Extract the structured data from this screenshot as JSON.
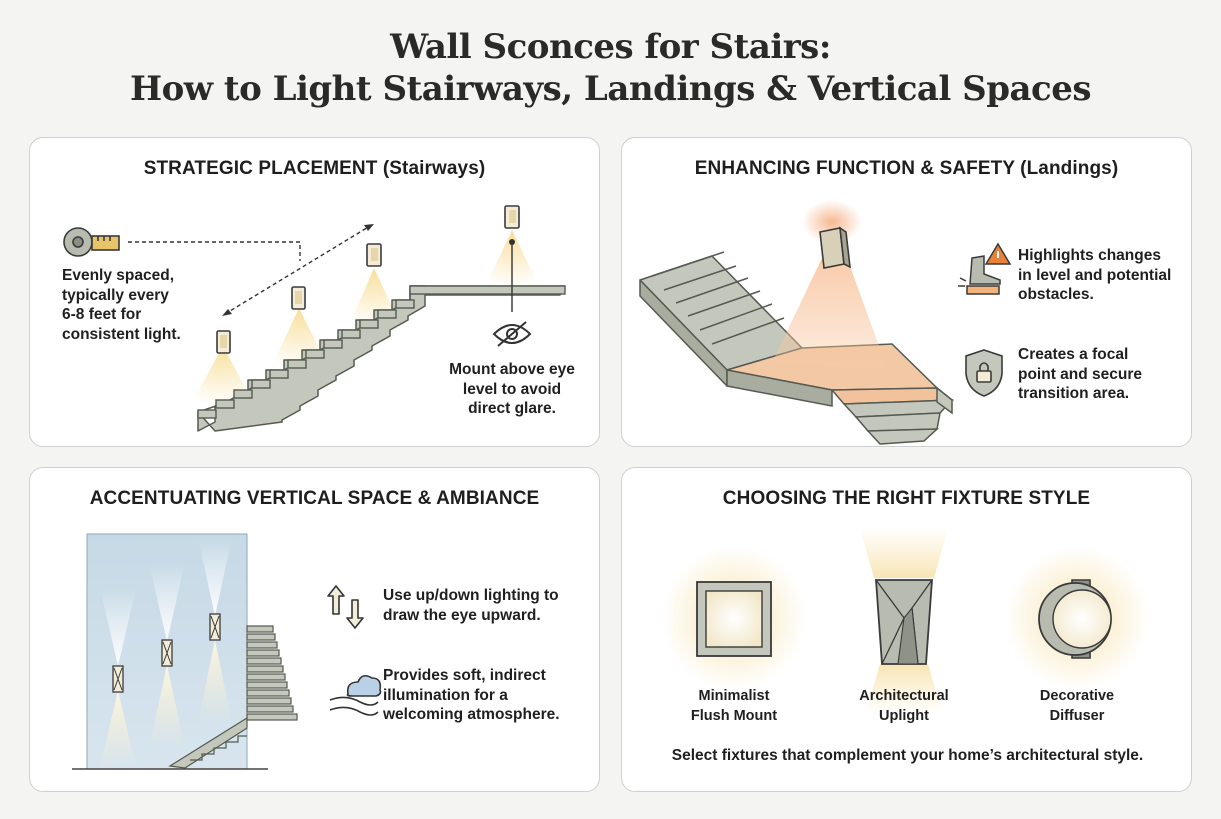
{
  "title": {
    "line1": "Wall Sconces for Stairs:",
    "line2": "How to Light Stairways, Landings & Vertical Spaces"
  },
  "panels": {
    "stairways": {
      "heading": "STRATEGIC PLACEMENT (Stairways)",
      "spacing_note": [
        "Evenly spaced,",
        "typically every",
        "6-8 feet for",
        "consistent light."
      ],
      "glare_note": [
        "Mount above eye",
        "level to avoid",
        "direct glare."
      ],
      "icons": [
        "tape-measure-icon",
        "eye-slash-icon"
      ]
    },
    "landings": {
      "heading": "ENHANCING FUNCTION & SAFETY (Landings)",
      "changes_note": [
        "Highlights changes",
        "in level and potential",
        "obstacles."
      ],
      "focal_note": [
        "Creates a focal",
        "point and secure",
        "transition area."
      ],
      "icons": [
        "foot-warning-icon",
        "shield-lock-icon"
      ]
    },
    "vertical": {
      "heading": "ACCENTUATING VERTICAL SPACE & AMBIANCE",
      "updown_note": [
        "Use up/down lighting to",
        "draw the eye upward."
      ],
      "soft_note": [
        "Provides soft, indirect",
        "illumination for a",
        "welcoming atmosphere."
      ],
      "icons": [
        "up-down-arrows-icon",
        "cloud-wind-icon"
      ]
    },
    "fixtures": {
      "heading": "CHOOSING THE RIGHT FIXTURE STYLE",
      "styles": [
        {
          "name": [
            "Minimalist",
            "Flush Mount"
          ],
          "icon": "flush-mount-sconce-icon"
        },
        {
          "name": [
            "Architectural",
            "Uplight"
          ],
          "icon": "architectural-uplight-icon"
        },
        {
          "name": [
            "Decorative",
            "Diffuser"
          ],
          "icon": "decorative-diffuser-icon"
        }
      ],
      "footer": "Select fixtures that complement your home’s architectural style."
    }
  },
  "colors": {
    "background": "#f4f4f2",
    "panel": "#ffffff",
    "stair_fill": "#c4c8bc",
    "stair_stroke": "#555a50",
    "glow": "#f6d98a",
    "warning": "#e8823a",
    "wall_blue": "#c9dbe6"
  }
}
